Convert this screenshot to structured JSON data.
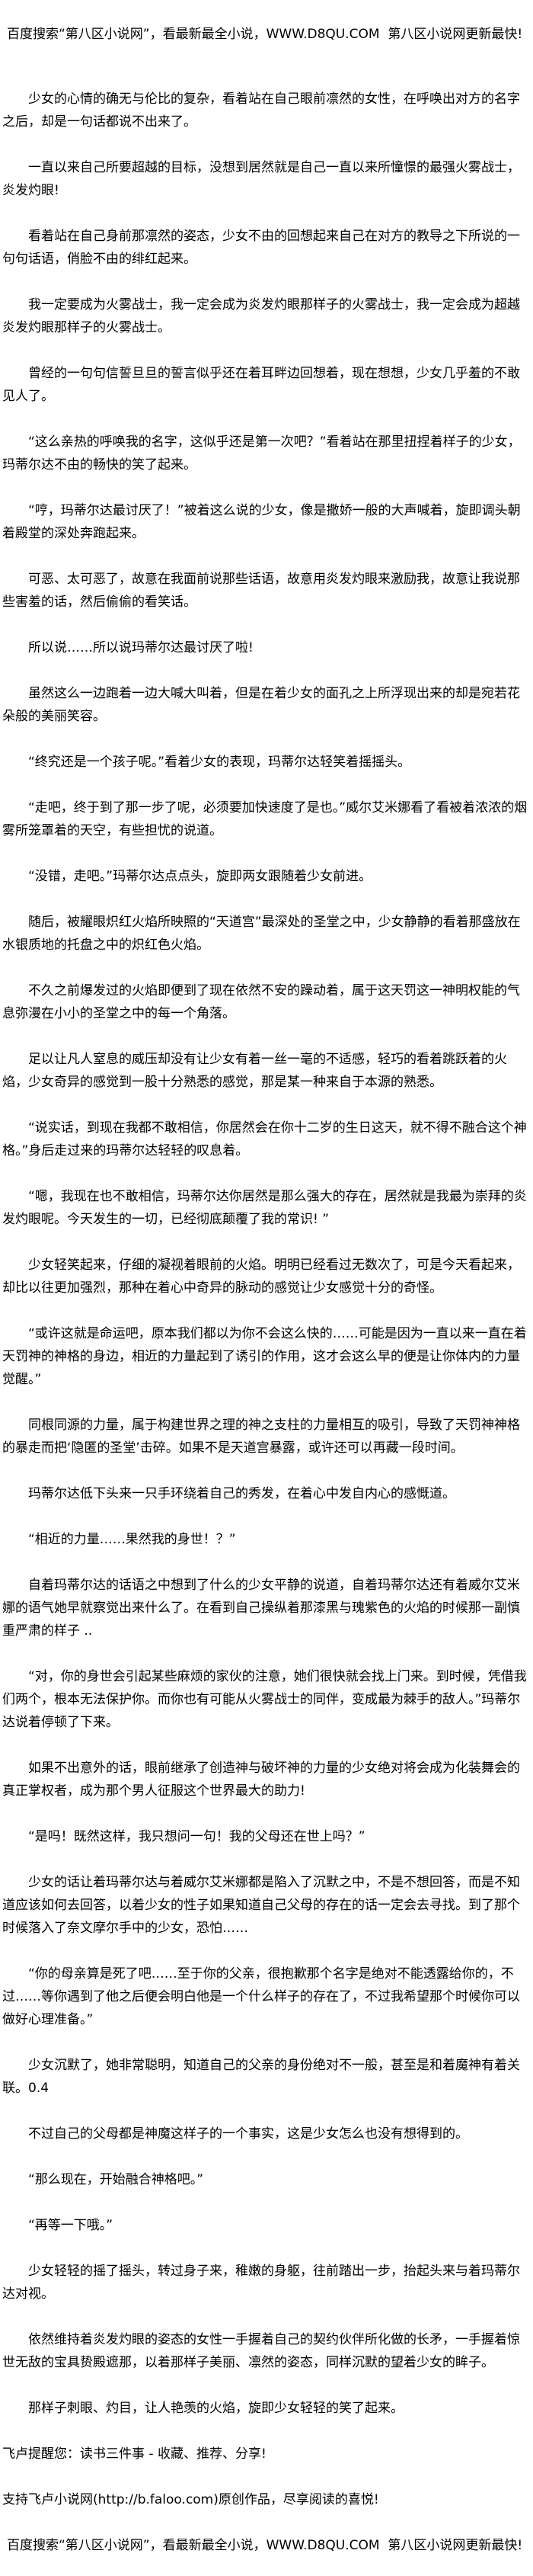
{
  "banner": "百度搜索“第八区小说网”，看最新最全小说，WWW.D8QU.COM  第八区小说网更新最快!",
  "paragraphs": [
    "少女的心情的确无与伦比的复杂，看着站在自己眼前凛然的女性，在呼唤出对方的名字之后，却是一句话都说不出来了。",
    "一直以来自己所要超越的目标，没想到居然就是自己一直以来所憧憬的最强火雾战士，炎发灼眼!",
    "看着站在自己身前那凛然的姿态，少女不由的回想起来自己在对方的教导之下所说的一句句话语，俏脸不由的绯红起来。",
    "我一定要成为火雾战士，我一定会成为炎发灼眼那样子的火雾战士，我一定会成为超越炎发灼眼那样子的火雾战士。",
    "曾经的一句句信誓旦旦的誓言似乎还在着耳畔边回想着，现在想想，少女几乎羞的不敢见人了。",
    "“这么亲热的呼唤我的名字，这似乎还是第一次吧？”看着站在那里扭捏着样子的少女，玛蒂尔达不由的畅快的笑了起来。",
    "“哼，玛蒂尔达最讨厌了！”被着这么说的少女，像是撒娇一般的大声喊着，旋即调头朝着殿堂的深处奔跑起来。",
    "可恶、太可恶了，故意在我面前说那些话语，故意用炎发灼眼来激励我，故意让我说那些害羞的话，然后偷偷的看笑话。",
    "所以说……所以说玛蒂尔达最讨厌了啦!",
    "虽然这么一边跑着一边大喊大叫着，但是在着少女的面孔之上所浮现出来的却是宛若花朵般的美丽笑容。",
    "“终究还是一个孩子呢。”看着少女的表现，玛蒂尔达轻笑着摇摇头。",
    "“走吧，终于到了那一步了呢，必须要加快速度了是也。”威尔艾米娜看了看被着浓浓的烟雾所笼罩着的天空，有些担忧的说道。",
    "“没错，走吧。”玛蒂尔达点点头，旋即两女跟随着少女前进。",
    "随后，被耀眼炽红火焰所映照的“天道宫”最深处的圣堂之中，少女静静的看着那盛放在水银质地的托盘之中的炽红色火焰。",
    "不久之前爆发过的火焰即便到了现在依然不安的躁动着，属于这天罚这一神明权能的气息弥漫在小小的圣堂之中的每一个角落。",
    "足以让凡人窒息的威压却没有让少女有着一丝一毫的不适感，轻巧的看着跳跃着的火焰，少女奇异的感觉到一股十分熟悉的感觉，那是某一种来自于本源的熟悉。",
    "“说实话，到现在我都不敢相信，你居然会在你十二岁的生日这天，就不得不融合这个神格。”身后走过来的玛蒂尔达轻轻的叹息着。",
    "“嗯，我现在也不敢相信，玛蒂尔达你居然是那么强大的存在，居然就是我最为崇拜的炎发灼眼呢。今天发生的一切，已经彻底颠覆了我的常识! ”",
    "少女轻笑起来，仔细的凝视着眼前的火焰。明明已经看过无数次了，可是今天看起来，却比以往更加强烈，那种在着心中奇异的脉动的感觉让少女感觉十分的奇怪。",
    "“或许这就是命运吧，原本我们都以为你不会这么快的……可能是因为一直以来一直在着天罚神的神格的身边，相近的力量起到了诱引的作用，这才会这么早的便是让你体内的力量觉醒。”",
    "同根同源的力量，属于构建世界之理的神之支柱的力量相互的吸引，导致了天罚神神格的暴走而把‘隐匿的圣堂’击碎。如果不是天道宫暴露，或许还可以再藏一段时间。",
    "玛蒂尔达低下头来一只手环绕着自己的秀发，在着心中发自内心的感慨道。",
    "“相近的力量……果然我的身世！？”",
    "自着玛蒂尔达的话语之中想到了什么的少女平静的说道，自着玛蒂尔达还有着威尔艾米娜的语气她早就察觉出来什么了。在看到自己操纵着那漆黑与瑰紫色的火焰的时候那一副慎重严肃的样子 ..",
    "“对，你的身世会引起某些麻烦的家伙的注意，她们很快就会找上门来。到时候，凭借我们两个，根本无法保护你。而你也有可能从火雾战士的同伴，变成最为棘手的敌人。”玛蒂尔达说着停顿了下来。",
    "如果不出意外的话，眼前继承了创造神与破坏神的力量的少女绝对将会成为化装舞会的真正掌权者，成为那个男人征服这个世界最大的助力!",
    "“是吗！既然这样，我只想问一句！我的父母还在世上吗？”",
    "少女的话让着玛蒂尔达与着威尔艾米娜都是陷入了沉默之中，不是不想回答，而是不知道应该如何去回答，以着少女的性子如果知道自己父母的存在的话一定会去寻找。到了那个时候落入了奈文摩尔手中的少女，恐怕……",
    "“你的母亲算是死了吧……至于你的父亲，很抱歉那个名字是绝对不能透露给你的，不过……等你遇到了他之后便会明白他是一个什么样子的存在了，不过我希望那个时候你可以做好心理准备。”",
    "少女沉默了，她非常聪明，知道自己的父亲的身份绝对不一般，甚至是和着魔神有着关联。0.4",
    "不过自己的父母都是神魔这样子的一个事实，这是少女怎么也没有想得到的。",
    "“那么现在，开始融合神格吧。”",
    "“再等一下哦。”",
    "少女轻轻的摇了摇头，转过身子来，稚嫩的身躯，往前踏出一步，抬起头来与着玛蒂尔达对视。",
    "依然维持着炎发灼眼的姿态的女性一手握着自己的契约伙伴所化做的长矛，一手握着惊世无敌的宝具贽殿遮那，以着那样子美丽、凛然的姿态，同样沉默的望着少女的眸子。",
    "那样子刺眼、灼目，让人艳羡的火焰，旋即少女轻轻的笑了起来。"
  ],
  "footer": {
    "reminder": "飞卢提醒您：读书三件事 - 收藏、推荐、分享!",
    "support": "支持飞卢小说网(http://b.faloo.com)原创作品，尽享阅读的喜悦!"
  }
}
